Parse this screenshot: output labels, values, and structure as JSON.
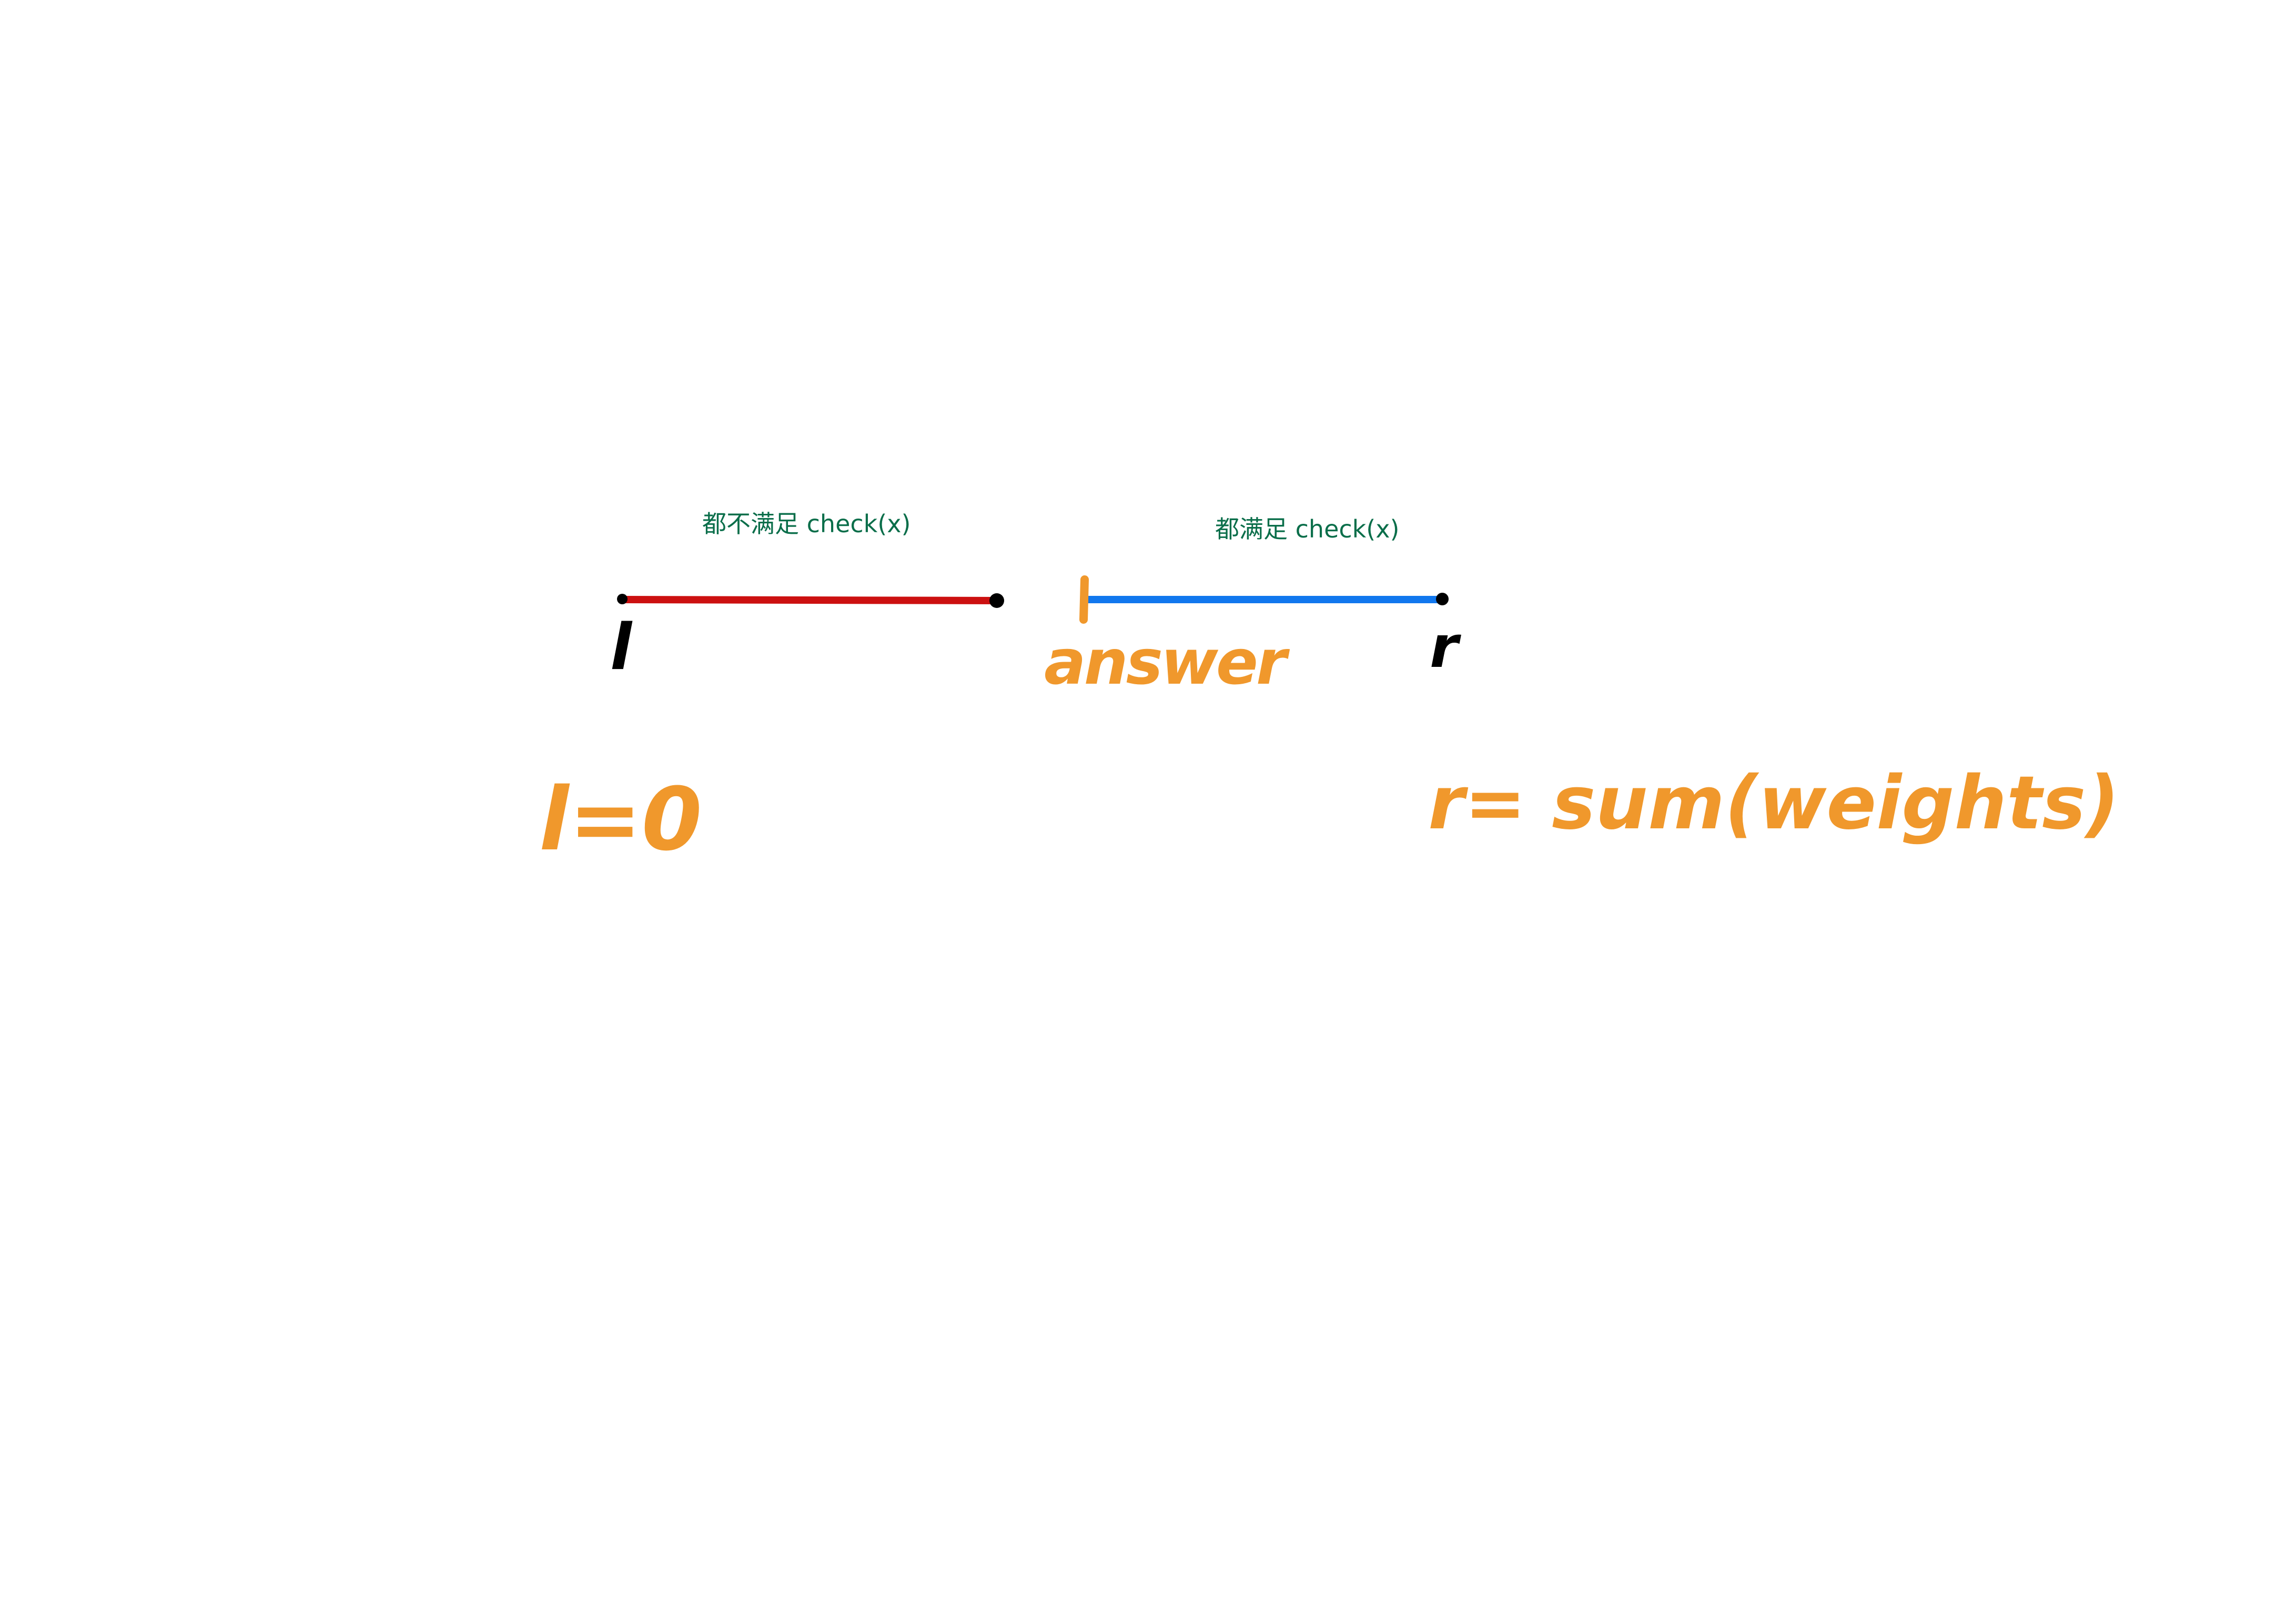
{
  "labels": {
    "red_segment_caption": "都不满足 check(x)",
    "blue_segment_caption": "都满足 check(x)",
    "left_endpoint": "l",
    "right_endpoint": "r",
    "answer_marker": "answer",
    "left_init": "l=0",
    "right_init": "r= sum(weights)"
  },
  "colors": {
    "caption_text": "#0a6e4a",
    "red_segment": "#cc1010",
    "blue_segment": "#1177ee",
    "endpoint": "#000000",
    "handwriting_orange": "#f0982c"
  }
}
